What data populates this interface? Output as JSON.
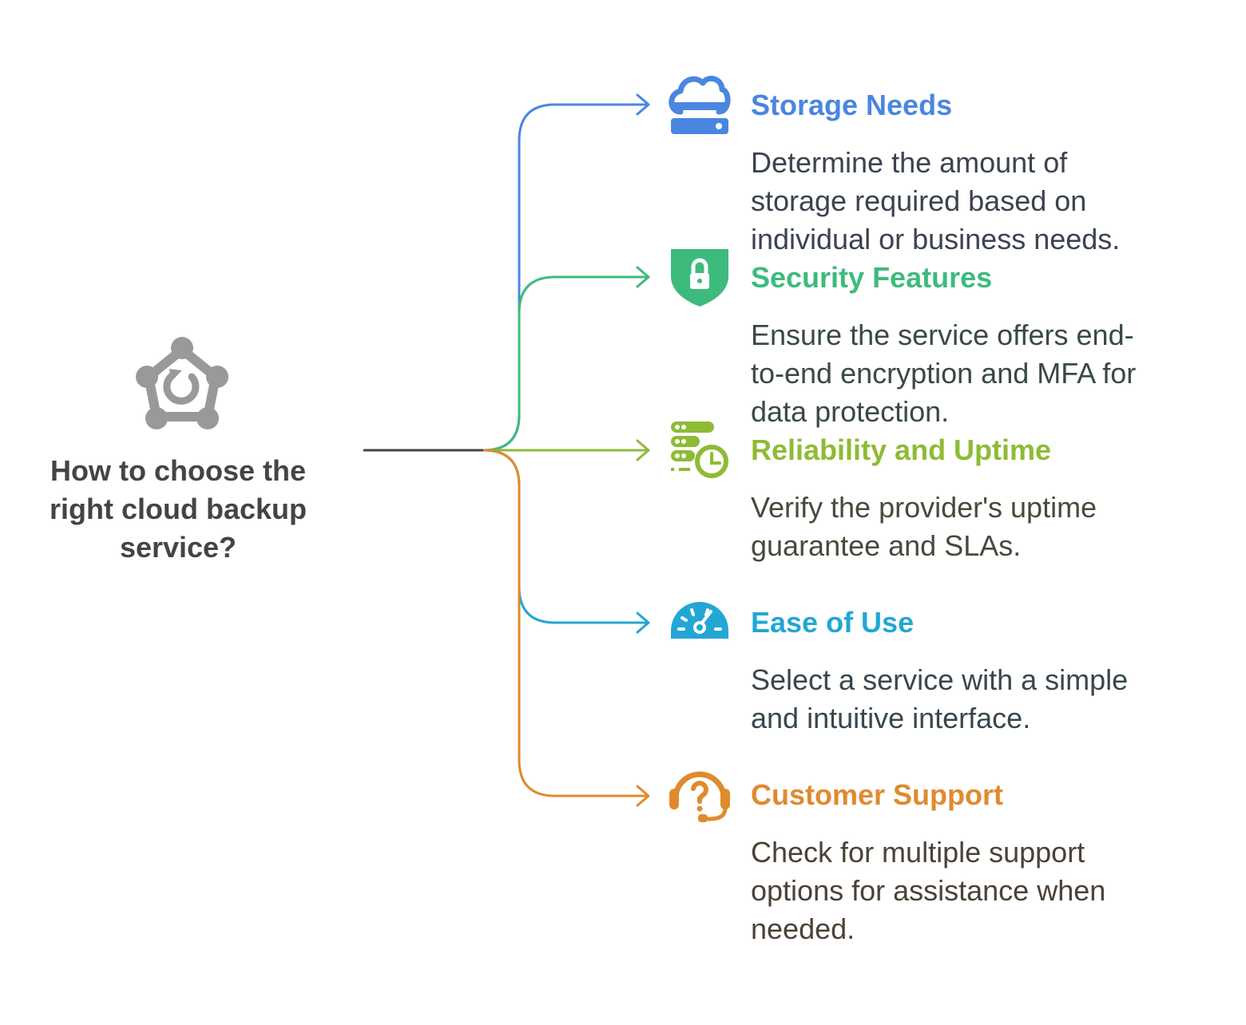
{
  "center": {
    "title_lines": [
      "How to choose the",
      "right cloud backup",
      "service?"
    ],
    "icon": "backup-network-icon",
    "color": "#999999"
  },
  "branches": [
    {
      "title": "Storage Needs",
      "desc_lines": [
        "Determine the amount of",
        "storage required based on",
        "individual or business needs."
      ],
      "color": "#4a86e0",
      "desc_color": "#3b4250",
      "icon": "cloud-server-icon"
    },
    {
      "title": "Security Features",
      "desc_lines": [
        "Ensure the service offers end-",
        "to-end encryption and MFA for",
        "data protection."
      ],
      "color": "#3dbb7c",
      "desc_color": "#3a4a40",
      "icon": "shield-lock-icon"
    },
    {
      "title": "Reliability and Uptime",
      "desc_lines": [
        "Verify the provider's uptime",
        "guarantee and SLAs."
      ],
      "color": "#8ebb35",
      "desc_color": "#474a3a",
      "icon": "server-clock-icon"
    },
    {
      "title": "Ease of Use",
      "desc_lines": [
        "Select a service with a simple",
        "and intuitive interface."
      ],
      "color": "#22a7d4",
      "desc_color": "#39464d",
      "icon": "speedometer-icon"
    },
    {
      "title": "Customer Support",
      "desc_lines": [
        "Check for multiple support",
        "options for assistance when",
        "needed."
      ],
      "color": "#e08a2e",
      "desc_color": "#4b4136",
      "icon": "headset-question-icon"
    }
  ]
}
